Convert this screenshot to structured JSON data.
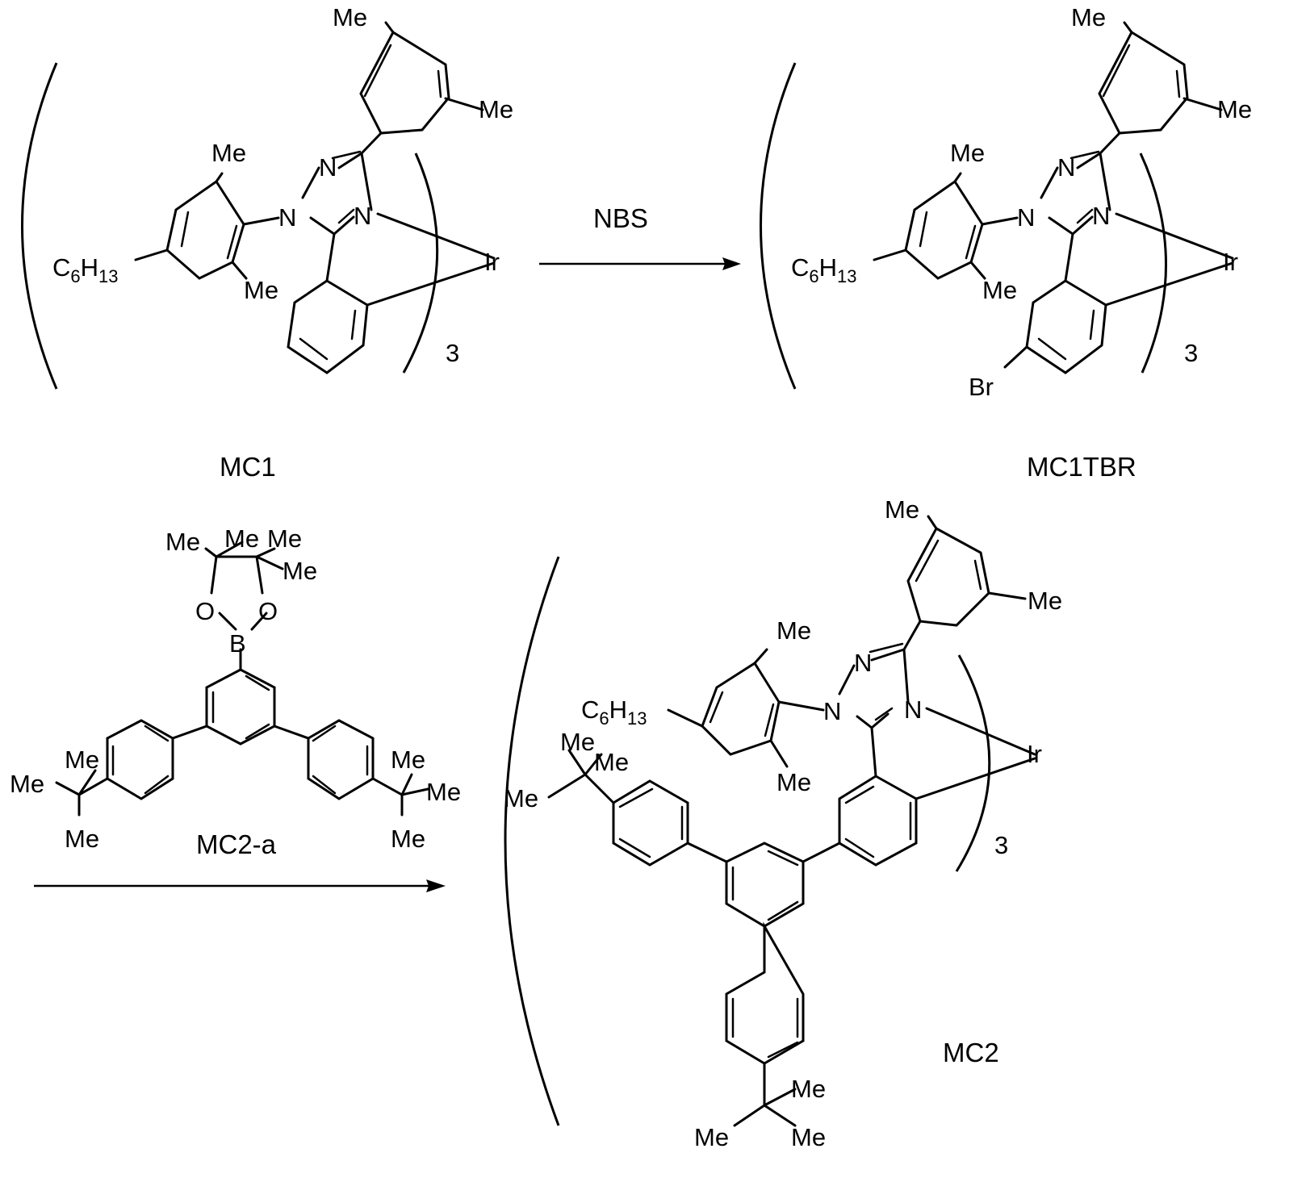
{
  "reagent_top": "NBS",
  "compounds": {
    "mc1": "MC1",
    "mc1tbr": "MC1TBR",
    "mc2a": "MC2-a",
    "mc2": "MC2"
  },
  "multiplicity": "3",
  "atoms": {
    "me": "Me",
    "n": "N",
    "ir": "Ir",
    "br": "Br",
    "b": "B",
    "o": "O",
    "c6h13_c": "C",
    "c6h13_6": "6",
    "c6h13_h": "H",
    "c6h13_13": "13"
  }
}
